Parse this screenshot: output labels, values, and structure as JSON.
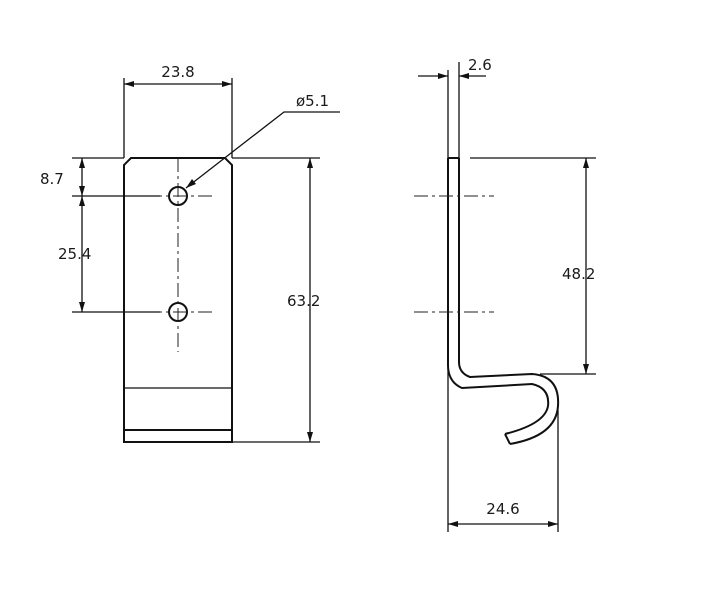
{
  "front_view": {
    "width_dim": "23.8",
    "hole_dim": "ø5.1",
    "top_offset_dim": "8.7",
    "hole_spacing_dim": "25.4",
    "height_dim": "63.2"
  },
  "side_view": {
    "thickness_dim": "2.6",
    "straight_height_dim": "48.2",
    "hook_width_dim": "24.6"
  },
  "colors": {
    "line": "#111111",
    "background": "#ffffff"
  }
}
